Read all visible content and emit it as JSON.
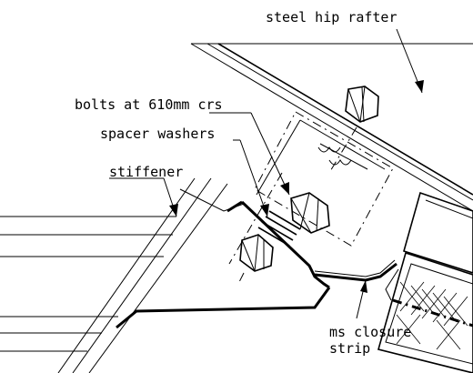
{
  "labels": {
    "steel_hip_rafter": "steel hip rafter",
    "bolts": "bolts at 610mm crs",
    "spacer_washers": "spacer washers",
    "stiffener": "stiffener",
    "ms_closure_line1": "ms closure",
    "ms_closure_line2": "strip"
  },
  "colors": {
    "ink": "#000000",
    "paper": "#ffffff"
  }
}
